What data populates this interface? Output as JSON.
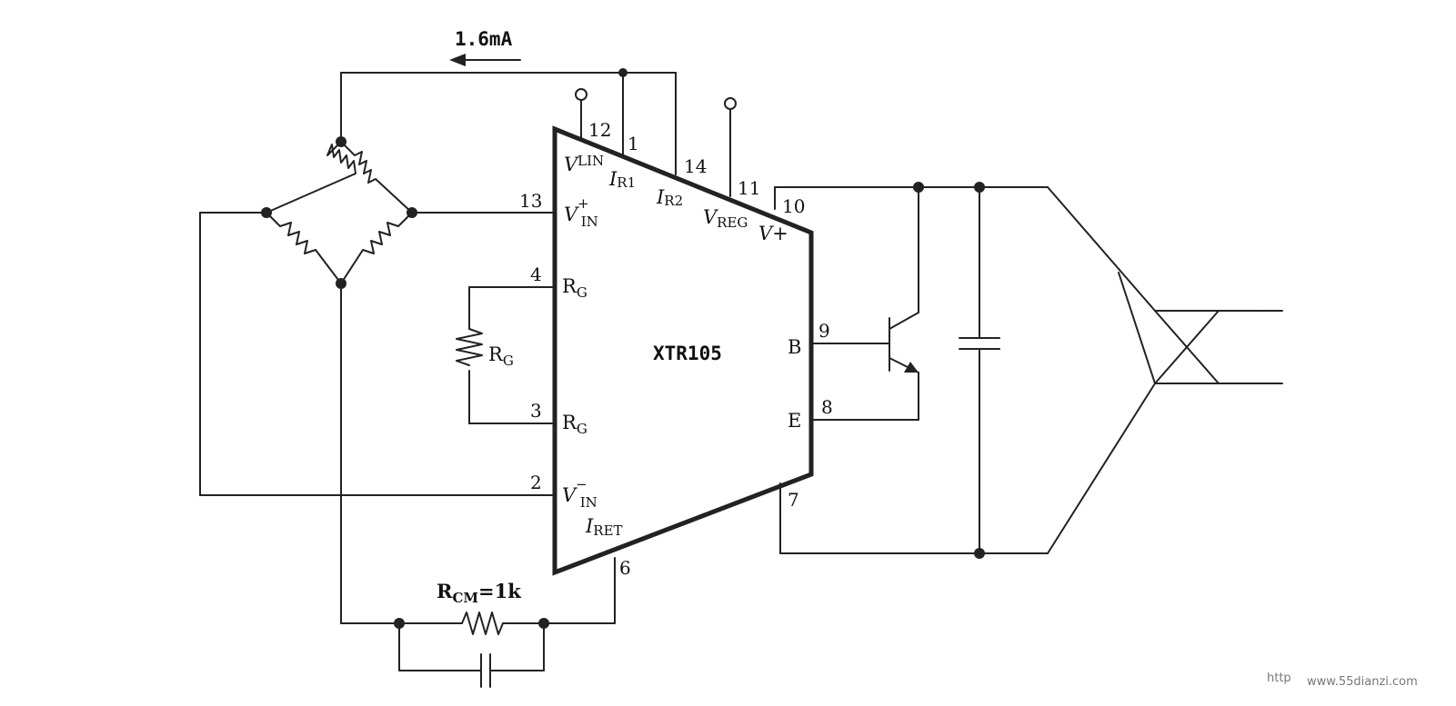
{
  "chip": {
    "name": "XTR105"
  },
  "current_label": "1.6mA",
  "pins": {
    "p12": "12",
    "p1": "1",
    "p14": "14",
    "p11": "11",
    "p10": "10",
    "p13": "13",
    "p4": "4",
    "p3": "3",
    "p2": "2",
    "p6": "6",
    "p9": "9",
    "p8": "8",
    "p7": "7"
  },
  "pin_names": {
    "vlin_main": "V",
    "vlin_sub": "LIN",
    "ir1_main": "I",
    "ir1_sub": "R1",
    "ir2_main": "I",
    "ir2_sub": "R2",
    "vreg_main": "V",
    "vreg_sub": "REG",
    "vplus": "V+",
    "vinp_main": "V",
    "vinp_sup": "+",
    "vinp_sub": "IN",
    "rg_top_main": "R",
    "rg_top_sub": "G",
    "rg_bot_main": "R",
    "rg_bot_sub": "G",
    "vinn_main": "V",
    "vinn_sup": "−",
    "vinn_sub": "IN",
    "iret_main": "I",
    "iret_sub": "RET",
    "b": "B",
    "e": "E"
  },
  "components": {
    "rg_main": "R",
    "rg_sub": "G",
    "rcm_main": "R",
    "rcm_sub": "CM",
    "rcm_value": "=1k"
  },
  "watermark": {
    "prefix": "http",
    "site": "www.55dianzi.com"
  }
}
